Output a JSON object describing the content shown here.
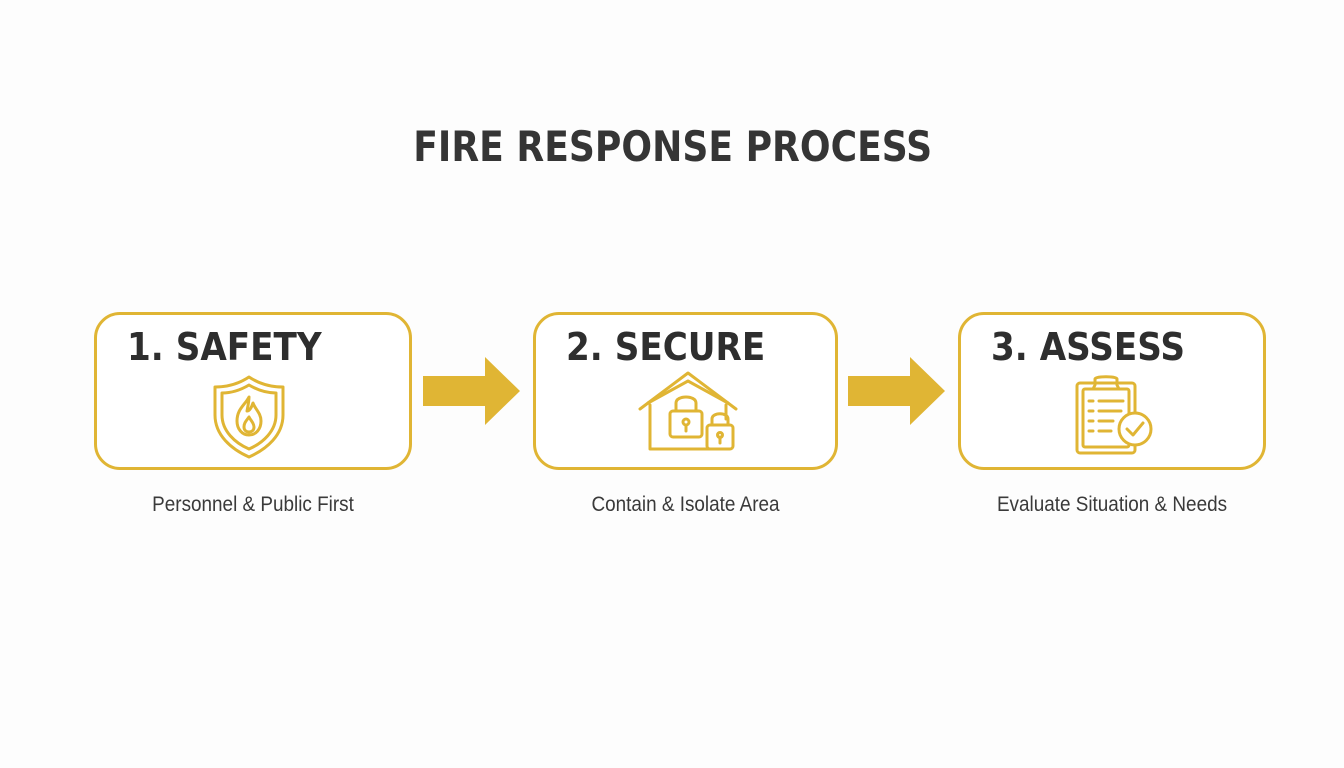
{
  "title": "FIRE RESPONSE PROCESS",
  "accent_color": "#e0b534",
  "steps": [
    {
      "label": "1. SAFETY",
      "caption": "Personnel & Public First",
      "icon": "shield-flame-icon"
    },
    {
      "label": "2. SECURE",
      "caption": "Contain & Isolate Area",
      "icon": "house-padlocks-icon"
    },
    {
      "label": "3. ASSESS",
      "caption": "Evaluate Situation & Needs",
      "icon": "clipboard-check-icon"
    }
  ]
}
